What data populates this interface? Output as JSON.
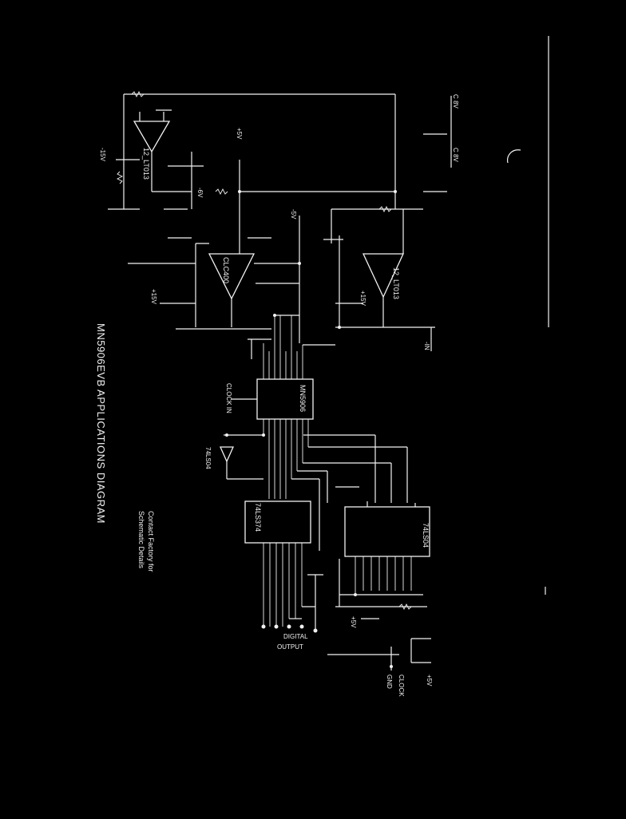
{
  "diagram": {
    "title": "MN5906EVB APPLICATIONS DIAGRAM",
    "note_line1": "Contact Factory for",
    "note_line2": "Schematic Details",
    "chips": {
      "mn5906": "MN5906",
      "ls374": "74LS374",
      "dac": "74LS04",
      "clc400": "CLC400",
      "u_amp1": "12_LT013",
      "u_amp2": "12_LT013"
    },
    "labels": {
      "clock_in": "CLOCK IN",
      "digital_output_1": "DIGITAL",
      "digital_output_2": "OUTPUT",
      "vcc_top": "-15V",
      "vcc_5a": "+5V",
      "vcc_5b": "+5V",
      "analog_in": "-IN",
      "ref": "-6V",
      "v15": "+15V",
      "v15b": "+15V",
      "neg5": "-5V",
      "ls_label": "74LS04",
      "pwr_a": "C 8V",
      "pwr_b": "C 8V",
      "gnd_label": "GND",
      "v_right": "+5V",
      "ctl": "CLOCK"
    }
  }
}
